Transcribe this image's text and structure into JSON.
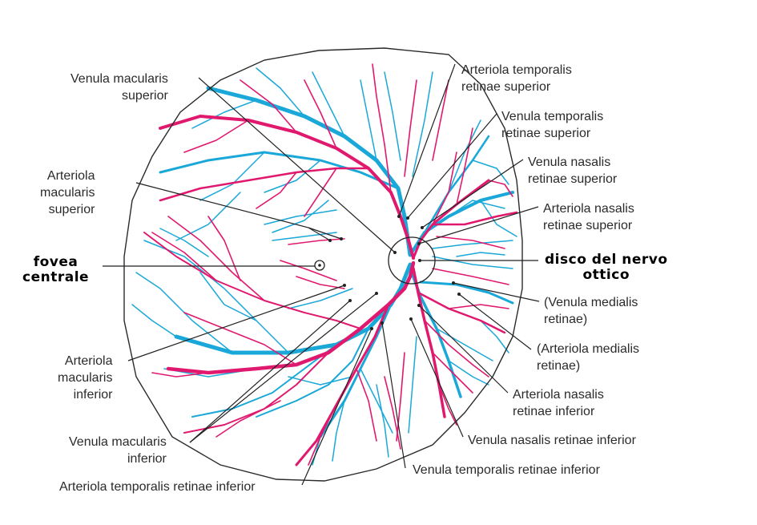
{
  "colors": {
    "artery": "#e0196e",
    "vein": "#1aa8d8",
    "outline": "#2a2a2a",
    "leader": "#222222",
    "text": "#2b2b2b"
  },
  "labels": {
    "venula_macularis_superior": [
      "Venula macularis",
      "superior"
    ],
    "arteriola_macularis_superior": [
      "Arteriola",
      "macularis",
      "superior"
    ],
    "fovea_centrale": [
      "fovea",
      "centrale"
    ],
    "arteriola_macularis_inferior": [
      "Arteriola",
      "macularis",
      "inferior"
    ],
    "venula_macularis_inferior": [
      "Venula macularis",
      "inferior"
    ],
    "arteriola_temporalis_retinae_inferior": [
      "Arteriola temporalis retinae inferior"
    ],
    "arteriola_temporalis_retinae_superior": [
      "Arteriola temporalis",
      "retinae superior"
    ],
    "venula_temporalis_retinae_superior": [
      "Venula temporalis",
      "retinae superior"
    ],
    "venula_nasalis_retinae_superior": [
      "Venula nasalis",
      "retinae superior"
    ],
    "arteriola_nasalis_retinae_superior": [
      "Arteriola nasalis",
      "retinae superior"
    ],
    "disco_del_nervo_ottico": [
      "disco del nervo",
      "ottico"
    ],
    "venula_medialis_retinae": [
      "(Venula medialis",
      "retinae)"
    ],
    "arteriola_medialis_retinae": [
      "(Arteriola medialis",
      "retinae)"
    ],
    "arteriola_nasalis_retinae_inferior": [
      "Arteriola nasalis",
      "retinae inferior"
    ],
    "venula_nasalis_retinae_inferior": [
      "Venula nasalis retinae inferior"
    ],
    "venula_temporalis_retinae_inferior": [
      "Venula temporalis retinae inferior"
    ]
  }
}
